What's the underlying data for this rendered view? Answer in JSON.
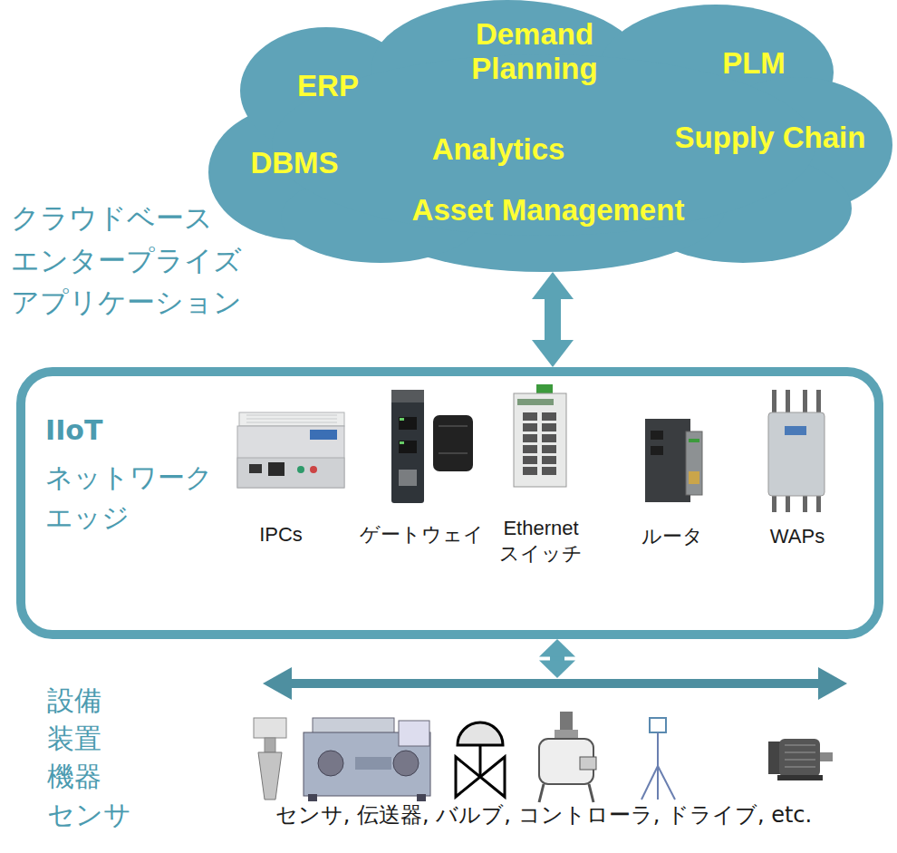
{
  "diagram": {
    "nodes": [
      {
        "text": [
          "ERP",
          "Demand Planning",
          "PLM",
          "DBMS",
          "Analytics",
          "Supply Chain",
          "Asset Management"
        ]
      },
      {
        "text": [
          "IIoT",
          "ネットワーク エッジ",
          "IPCs",
          "ゲートウェイ",
          "Ethernet スイッチ",
          "ルータ",
          "WAPs"
        ]
      },
      {
        "text": [
          "センサ, 伝送器, バルブ, コントローラ, ドライブ, etc."
        ]
      }
    ],
    "edges": [
      {
        "from": 0,
        "to": 1,
        "arrow": "both"
      },
      {
        "from": 1,
        "to": 2,
        "arrow": "both"
      }
    ],
    "labels": [
      "クラウドベース エンタープライズ アプリケーション",
      "設備 装置 機器 センサ"
    ]
  }
}
